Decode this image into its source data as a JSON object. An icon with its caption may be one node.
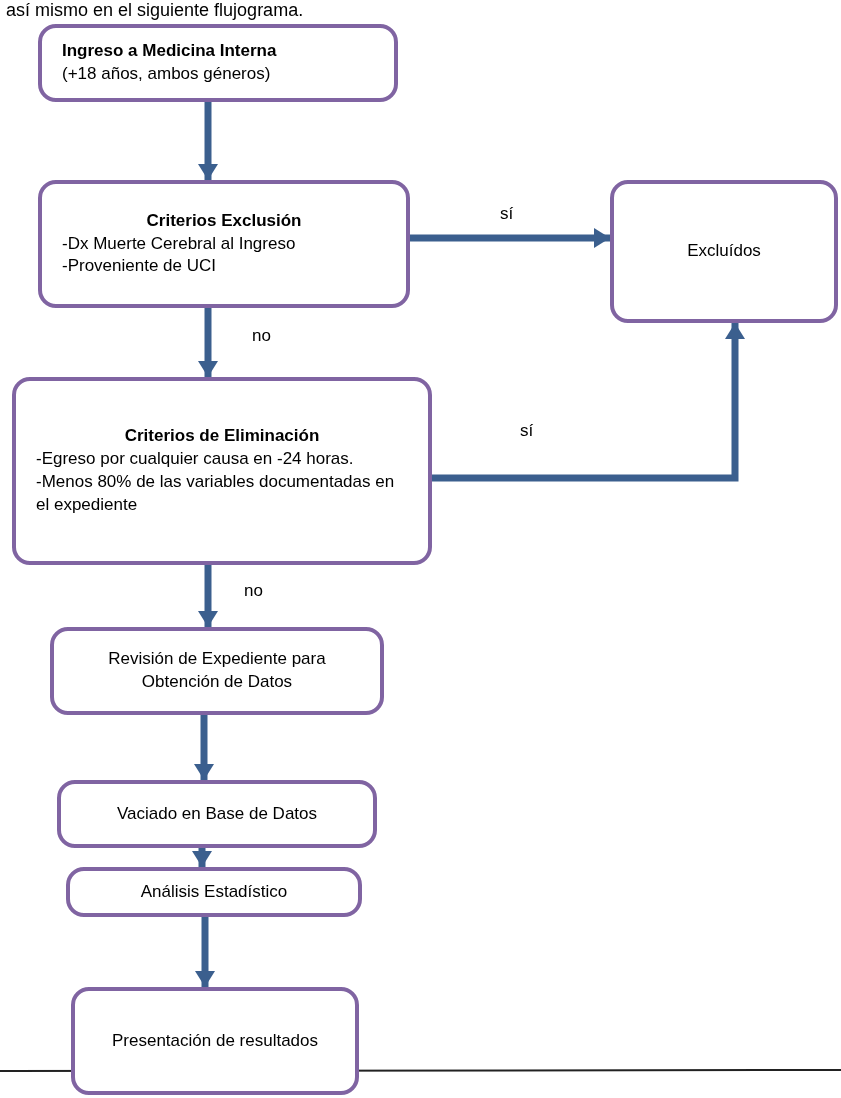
{
  "diagram": {
    "nodes": [
      {
        "text": [
          "Ingreso a Medicina Interna",
          "(+18 años, ambos géneros)"
        ]
      },
      {
        "text": [
          "Criterios Exclusión",
          "-Dx Muerte Cerebral al Ingreso",
          "-Proveniente de UCI"
        ]
      },
      {
        "text": [
          "Excluídos"
        ]
      },
      {
        "text": [
          "Criterios de Eliminación",
          "-Egreso por cualquier causa en -24 horas.",
          "-Menos 80% de las variables documentadas en el expediente"
        ]
      },
      {
        "text": [
          "Revisión de Expediente para Obtención de Datos"
        ]
      },
      {
        "text": [
          "Vaciado en Base de Datos"
        ]
      },
      {
        "text": [
          "Análisis Estadístico"
        ]
      },
      {
        "text": [
          "Presentación de resultados"
        ]
      }
    ],
    "edges": [
      {
        "from": 0,
        "to": 1,
        "arrow": "to"
      },
      {
        "from": 1,
        "to": 2,
        "arrow": "to",
        "label": "sí"
      },
      {
        "from": 1,
        "to": 3,
        "arrow": "to",
        "label": "no"
      },
      {
        "from": 3,
        "to": 2,
        "arrow": "to",
        "label": "sí"
      },
      {
        "from": 3,
        "to": 4,
        "arrow": "to",
        "label": "no"
      },
      {
        "from": 4,
        "to": 5,
        "arrow": "to"
      },
      {
        "from": 5,
        "to": 6,
        "arrow": "to"
      },
      {
        "from": 6,
        "to": 7,
        "arrow": "to"
      }
    ],
    "labels": [
      "así mismo en el siguiente flujograma."
    ]
  }
}
